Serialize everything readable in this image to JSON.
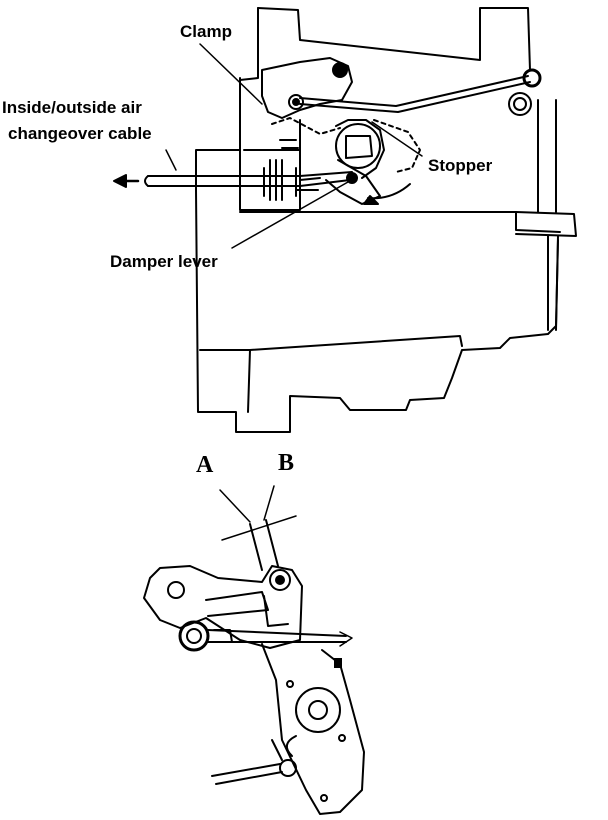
{
  "labels": {
    "clamp": "Clamp",
    "cable_line1": "Inside/outside  air",
    "cable_line2": "changeover cable",
    "stopper": "Stopper",
    "damper_lever": "Damper  lever",
    "point_a": "A",
    "point_b": "B"
  },
  "colors": {
    "line": "#000000",
    "background": "#ffffff"
  }
}
